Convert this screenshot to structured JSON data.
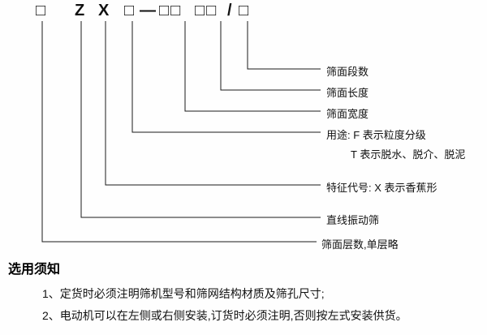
{
  "code": {
    "symbols": [
      {
        "glyph": "□"
      },
      {
        "glyph": "Z"
      },
      {
        "glyph": "X"
      },
      {
        "glyph": "□"
      },
      {
        "glyph": "—"
      },
      {
        "glyph": "□□"
      },
      {
        "glyph": "□□"
      },
      {
        "glyph": "/"
      },
      {
        "glyph": "□"
      }
    ]
  },
  "labels": {
    "sections": "筛面段数",
    "length": "筛面长度",
    "width": "筛面宽度",
    "usage_f": "用途: F  表示粒度分级",
    "usage_t": "T  表示脱水、脱介、脱泥",
    "feature": "特征代号: X 表示香蕉形",
    "screen_type": "直线振动筛",
    "layers": "筛面层数,单层略"
  },
  "notes": {
    "title": "选用须知",
    "items": [
      "1、定货时必须注明筛机型号和筛网结构材质及筛孔尺寸;",
      "2、电动机可以在左侧或右侧安装,订货时必须注明,否则按左式安装供货。"
    ]
  },
  "colors": {
    "line": "#1a1a1a",
    "text": "#111111",
    "background": "#fefefe"
  }
}
